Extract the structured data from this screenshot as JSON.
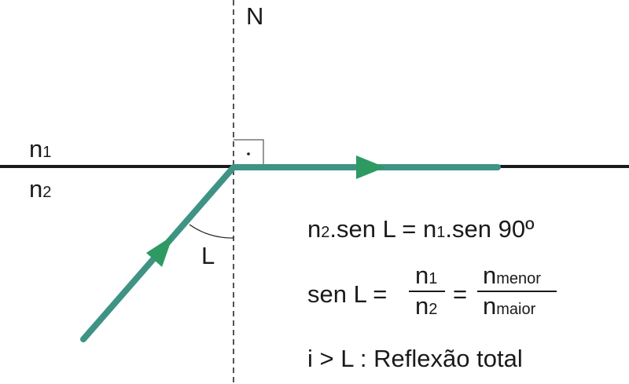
{
  "labels": {
    "normal": "N",
    "medium1": {
      "base": "n",
      "sub": "1"
    },
    "medium2": {
      "base": "n",
      "sub": "2"
    },
    "limit_angle": "L"
  },
  "equations": {
    "line1": {
      "n": "n",
      "sub2": "2",
      "mid": ".sen L = ",
      "n1": "n",
      "sub1": "1",
      "end": ".sen 90º"
    },
    "line2": {
      "left": "sen L =",
      "num": {
        "base": "n",
        "sub": "1"
      },
      "den": {
        "base": "n",
        "sub": "2"
      },
      "eq": "=",
      "num2": {
        "base": "n",
        "sub": "menor"
      },
      "den2": {
        "base": "n",
        "sub": "maior"
      }
    },
    "line3": "i > L : Reflexão total"
  },
  "colors": {
    "ray": "#3f9385",
    "arrow": "#2e9a62",
    "line": "#1a1a1a"
  }
}
